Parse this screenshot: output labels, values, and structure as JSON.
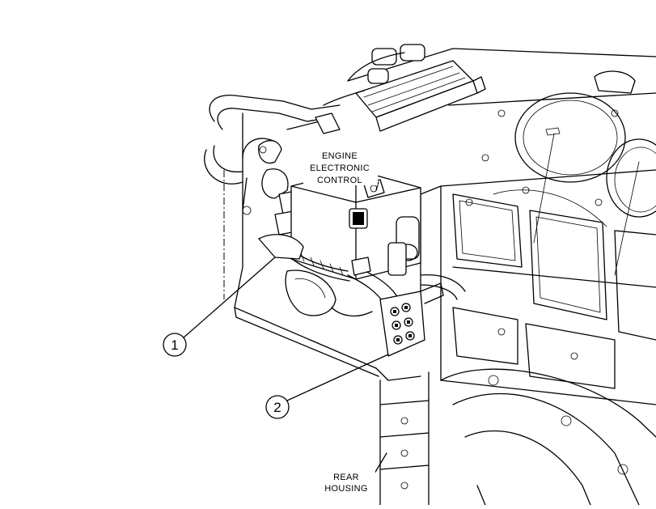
{
  "labels": {
    "ecm": [
      "ENGINE",
      "ELECTRONIC",
      "CONTROL"
    ],
    "rear_housing": [
      "REAR",
      "HOUSING"
    ]
  },
  "callouts": [
    {
      "number": "1"
    },
    {
      "number": "2"
    }
  ]
}
